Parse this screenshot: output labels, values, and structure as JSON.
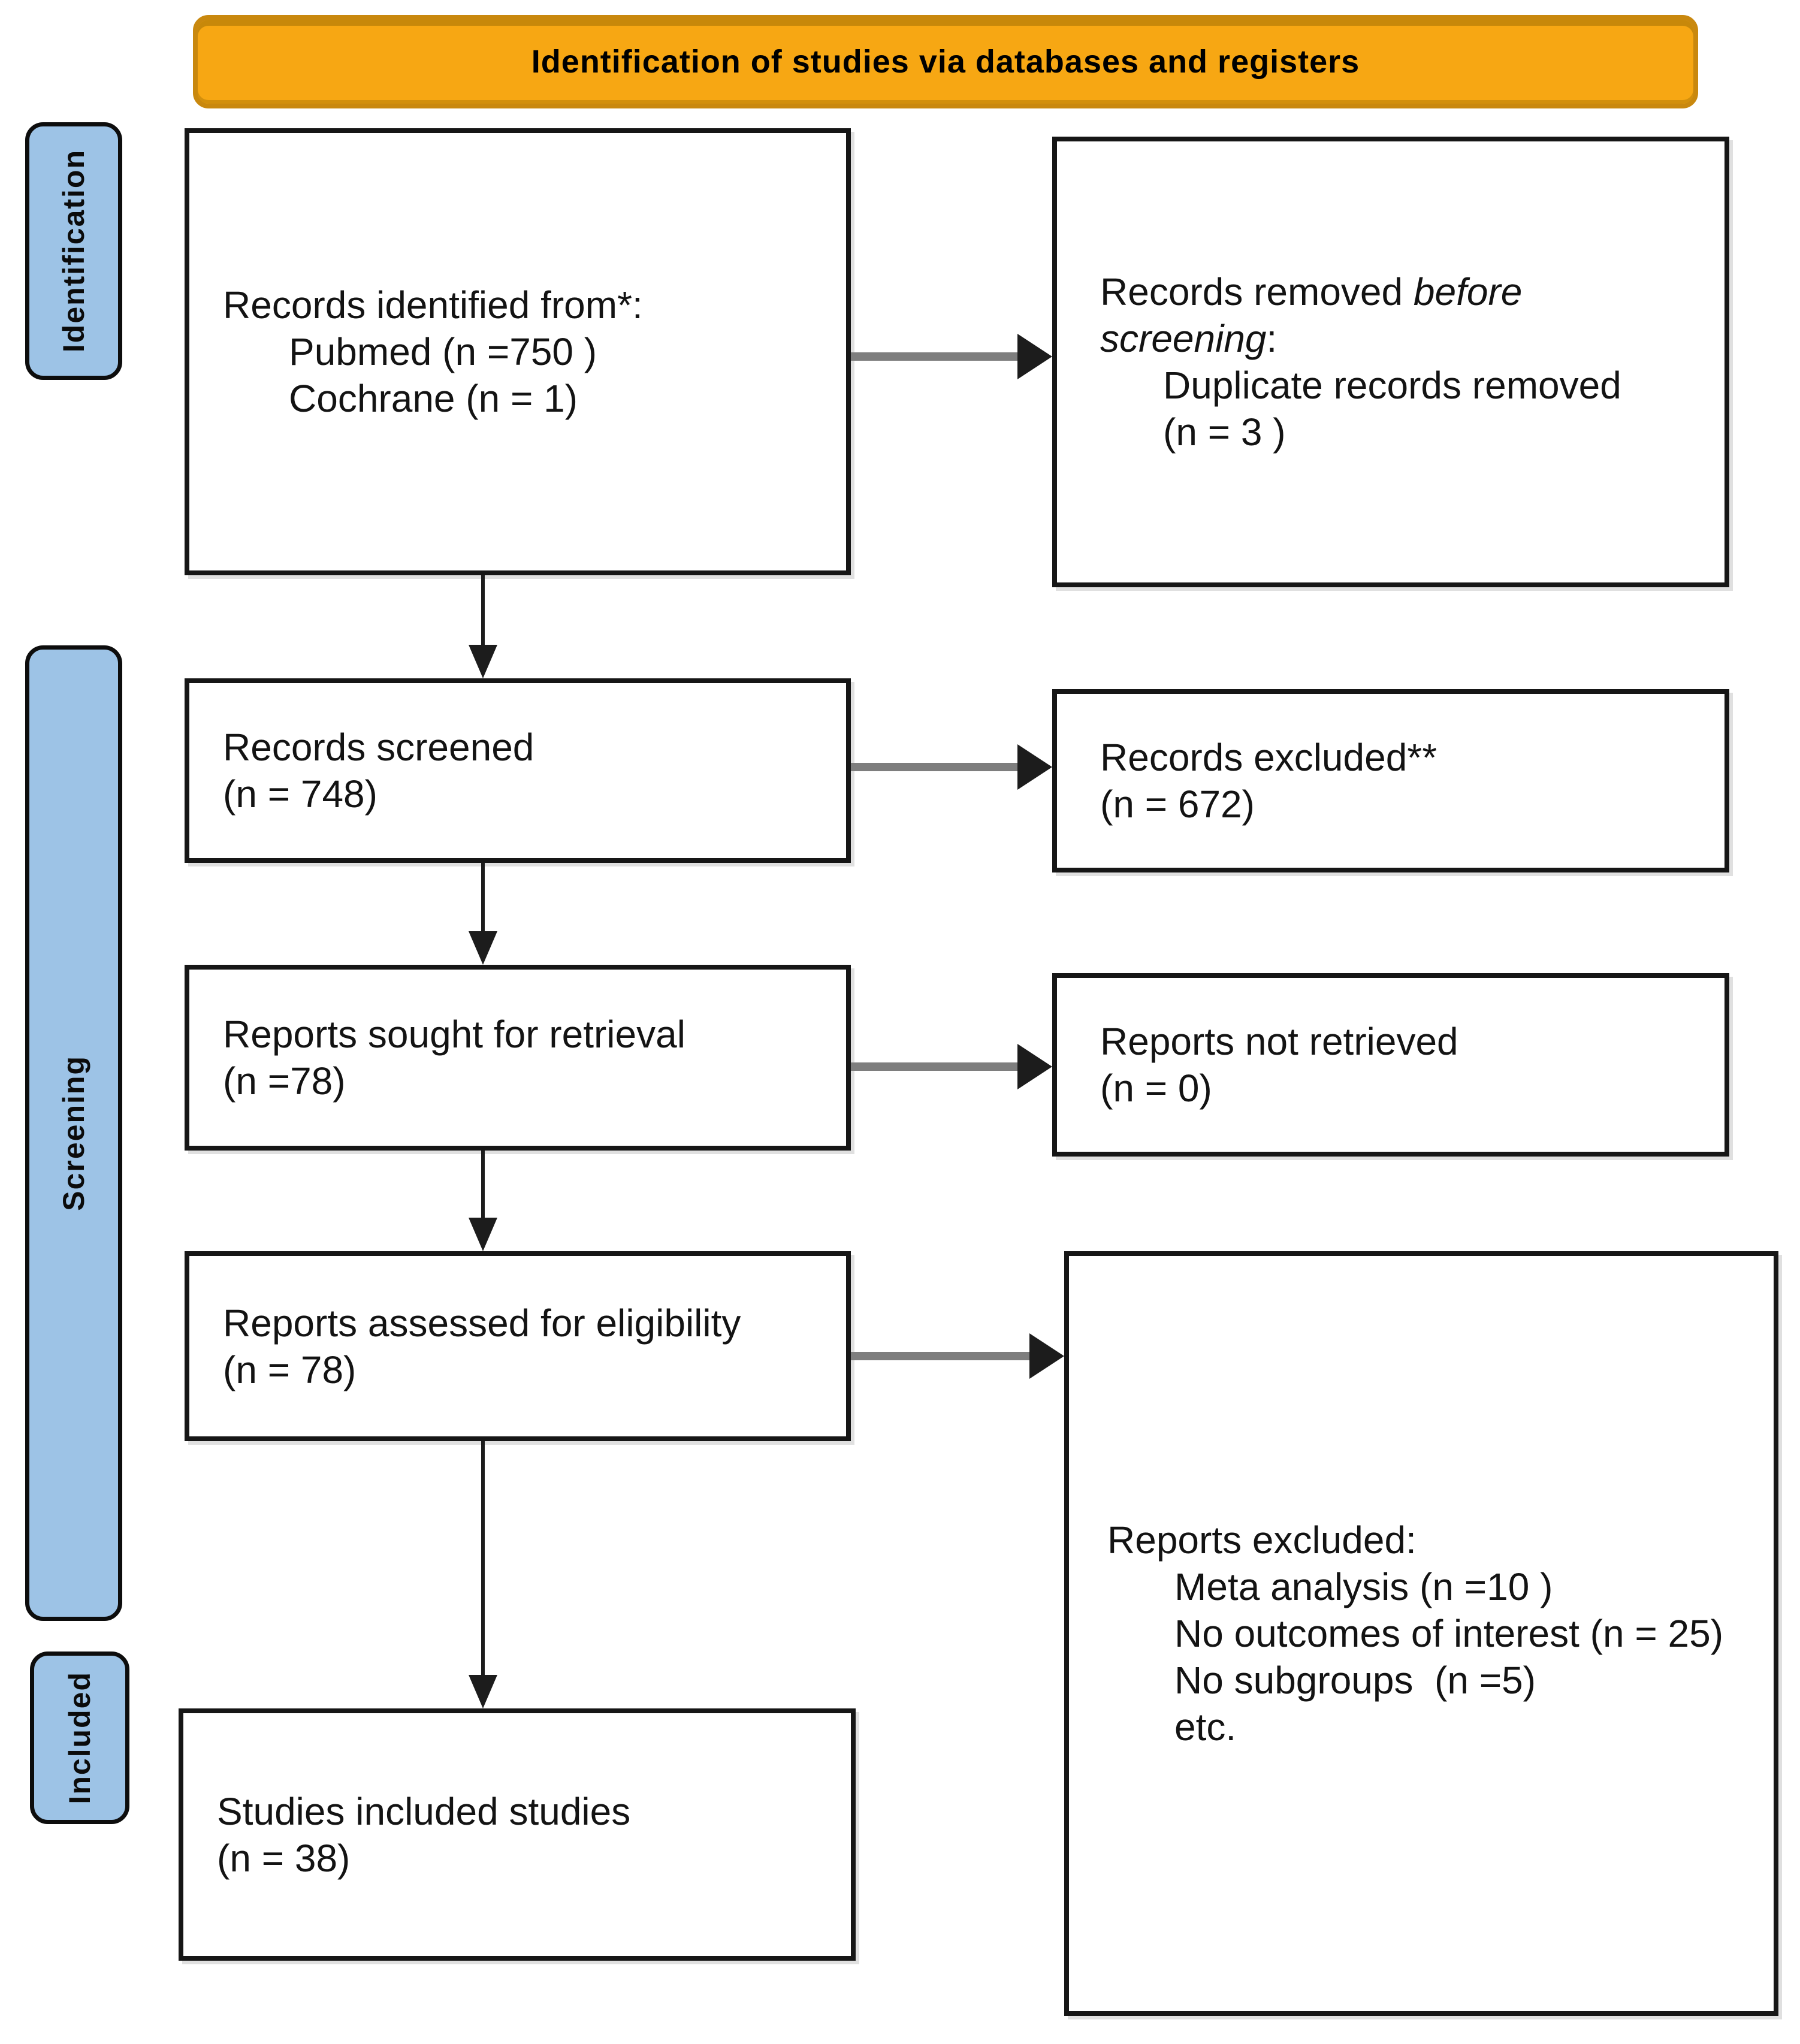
{
  "banner": {
    "title": "Identification of studies via databases and registers"
  },
  "stages": {
    "identification": "Identification",
    "screening": "Screening",
    "included": "Included"
  },
  "boxes": {
    "identified": {
      "title": "Records identified from*:",
      "items": [
        "Pubmed (n =750 )",
        "Cochrane (n = 1)"
      ]
    },
    "removed": {
      "title_prefix": "Records removed ",
      "title_italic": "before screening",
      "title_suffix": ":",
      "items": [
        "Duplicate records removed",
        "(n = 3 )"
      ]
    },
    "screened": {
      "lines": [
        "Records screened",
        "(n = 748)"
      ]
    },
    "excluded": {
      "lines": [
        "Records excluded**",
        "(n = 672)"
      ]
    },
    "sought": {
      "lines": [
        "Reports sought for retrieval",
        "(n =78)"
      ]
    },
    "not_retrieved": {
      "lines": [
        "Reports not retrieved",
        "(n = 0)"
      ]
    },
    "assessed": {
      "lines": [
        "Reports assessed for eligibility",
        "(n = 78)"
      ]
    },
    "reports_excluded": {
      "title": "Reports excluded:",
      "items": [
        "Meta analysis (n =10 )",
        "No outcomes of interest (n = 25)",
        "No subgroups  (n =5)",
        "etc."
      ]
    },
    "included_studies": {
      "lines": [
        "Studies included studies",
        "(n = 38)"
      ]
    }
  },
  "colors": {
    "banner_fill": "#F7A713",
    "banner_border": "#C9880E",
    "stage_fill": "#9DC3E6",
    "stage_border": "#0D0D0D",
    "box_border": "#161616",
    "arrow_gray": "#7E7E7E",
    "arrow_black": "#1C1C1C",
    "text": "#131313"
  }
}
